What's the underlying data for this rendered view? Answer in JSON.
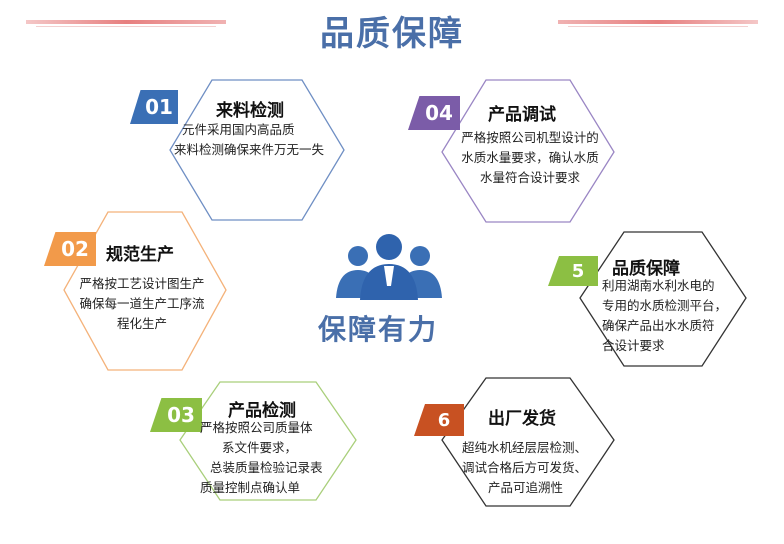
{
  "page": {
    "title": "品质保障",
    "center_title": "保障有力"
  },
  "colors": {
    "blue": "#3a6fb5",
    "purple": "#7b5ca8",
    "orange": "#f29a4a",
    "green": "#8cbf43",
    "red": "#c85122"
  },
  "cards": [
    {
      "num": "01",
      "title": "来料检测",
      "lines": [
        "元件采用国内高品质",
        "来料检测确保来件万无一失"
      ]
    },
    {
      "num": "02",
      "title": "规范生产",
      "lines": [
        "严格按工艺设计图生产",
        "确保每一道生产工序流",
        "程化生产"
      ]
    },
    {
      "num": "03",
      "title": "产品检测",
      "lines": [
        "严格按照公司质量体",
        "系文件要求，",
        "总装质量检验记录表",
        "质量控制点确认单"
      ]
    },
    {
      "num": "04",
      "title": "产品调试",
      "lines": [
        "严格按照公司机型设计的",
        "水质水量要求，确认水质",
        "水量符合设计要求"
      ]
    },
    {
      "num": "5",
      "title": "品质保障",
      "lines": [
        "利用湖南水利水电的",
        "专用的水质检测平台，",
        "确保产品出水水质符",
        "合设计要求"
      ]
    },
    {
      "num": "6",
      "title": "出厂发货",
      "lines": [
        "超纯水机经层层检测、",
        "调试合格后方可发货、",
        "产品可追溯性"
      ]
    }
  ]
}
